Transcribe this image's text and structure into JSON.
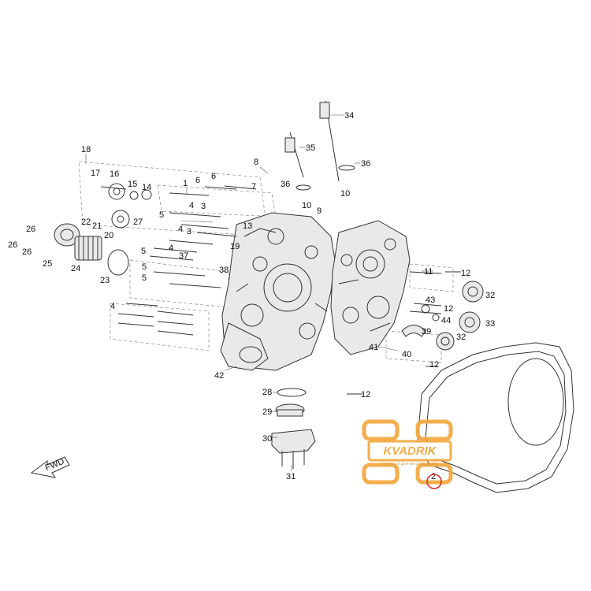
{
  "callouts": [
    {
      "id": "c1",
      "text": "1"
    },
    {
      "id": "c2",
      "text": "2"
    },
    {
      "id": "c3a",
      "text": "3"
    },
    {
      "id": "c3b",
      "text": "3"
    },
    {
      "id": "c4a",
      "text": "4"
    },
    {
      "id": "c4b",
      "text": "4"
    },
    {
      "id": "c4c",
      "text": "4"
    },
    {
      "id": "c4d",
      "text": "4"
    },
    {
      "id": "c5a",
      "text": "5"
    },
    {
      "id": "c5b",
      "text": "5"
    },
    {
      "id": "c5c",
      "text": "5"
    },
    {
      "id": "c5d",
      "text": "5"
    },
    {
      "id": "c6a",
      "text": "6"
    },
    {
      "id": "c6b",
      "text": "6"
    },
    {
      "id": "c7",
      "text": "7"
    },
    {
      "id": "c8",
      "text": "8"
    },
    {
      "id": "c9",
      "text": "9"
    },
    {
      "id": "c10a",
      "text": "10"
    },
    {
      "id": "c10b",
      "text": "10"
    },
    {
      "id": "c11",
      "text": "11"
    },
    {
      "id": "c12a",
      "text": "12"
    },
    {
      "id": "c12b",
      "text": "12"
    },
    {
      "id": "c12c",
      "text": "12"
    },
    {
      "id": "c12d",
      "text": "12"
    },
    {
      "id": "c13",
      "text": "13"
    },
    {
      "id": "c14",
      "text": "14"
    },
    {
      "id": "c15",
      "text": "15"
    },
    {
      "id": "c16",
      "text": "16"
    },
    {
      "id": "c17",
      "text": "17"
    },
    {
      "id": "c18",
      "text": "18"
    },
    {
      "id": "c19",
      "text": "19"
    },
    {
      "id": "c20",
      "text": "20"
    },
    {
      "id": "c21",
      "text": "21"
    },
    {
      "id": "c22",
      "text": "22"
    },
    {
      "id": "c23",
      "text": "23"
    },
    {
      "id": "c24",
      "text": "24"
    },
    {
      "id": "c25",
      "text": "25"
    },
    {
      "id": "c26a",
      "text": "26"
    },
    {
      "id": "c26b",
      "text": "26"
    },
    {
      "id": "c26c",
      "text": "26"
    },
    {
      "id": "c27",
      "text": "27"
    },
    {
      "id": "c28",
      "text": "28"
    },
    {
      "id": "c29",
      "text": "29"
    },
    {
      "id": "c30",
      "text": "30"
    },
    {
      "id": "c31",
      "text": "31"
    },
    {
      "id": "c32a",
      "text": "32"
    },
    {
      "id": "c32b",
      "text": "32"
    },
    {
      "id": "c33",
      "text": "33"
    },
    {
      "id": "c34",
      "text": "34"
    },
    {
      "id": "c35",
      "text": "35"
    },
    {
      "id": "c36a",
      "text": "36"
    },
    {
      "id": "c36b",
      "text": "36"
    },
    {
      "id": "c37",
      "text": "37"
    },
    {
      "id": "c38",
      "text": "38"
    },
    {
      "id": "c39",
      "text": "39"
    },
    {
      "id": "c40",
      "text": "40"
    },
    {
      "id": "c41",
      "text": "41"
    },
    {
      "id": "c42",
      "text": "42"
    },
    {
      "id": "c43",
      "text": "43"
    },
    {
      "id": "c44",
      "text": "44"
    }
  ],
  "fwd_label": "FWD",
  "watermark": {
    "brand": "KVADRIK",
    "tagline": "ЗАПЧАСТИ ДЛЯ КВАДРОЦИКЛОВ",
    "highlight_label": "2",
    "accent_color": "#f2a63a",
    "highlight_color": "#e0302a"
  }
}
